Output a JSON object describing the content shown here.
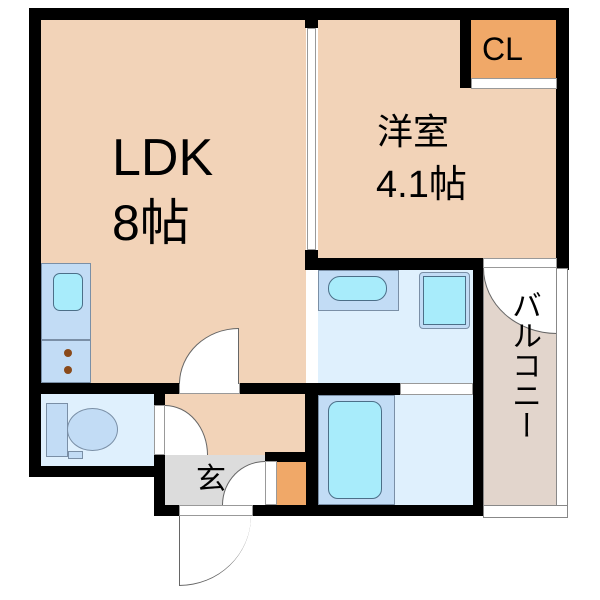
{
  "floor_plan": {
    "rooms": {
      "ldk": {
        "name": "LDK",
        "size": "8帖"
      },
      "western": {
        "name": "洋室",
        "size": "4.1帖"
      },
      "closet": {
        "name": "CL"
      },
      "entrance": {
        "name": "玄"
      },
      "balcony": {
        "name": "バルコニー"
      }
    },
    "colors": {
      "living_floor": "#f2d3b8",
      "closet": "#f0a868",
      "wet_area": "#dff0fd",
      "fixture": "#c2dcf5",
      "basin": "#a8ecfb",
      "balcony": "#e2d5cc",
      "entrance": "#dcdcdc",
      "wall": "#000000"
    }
  }
}
